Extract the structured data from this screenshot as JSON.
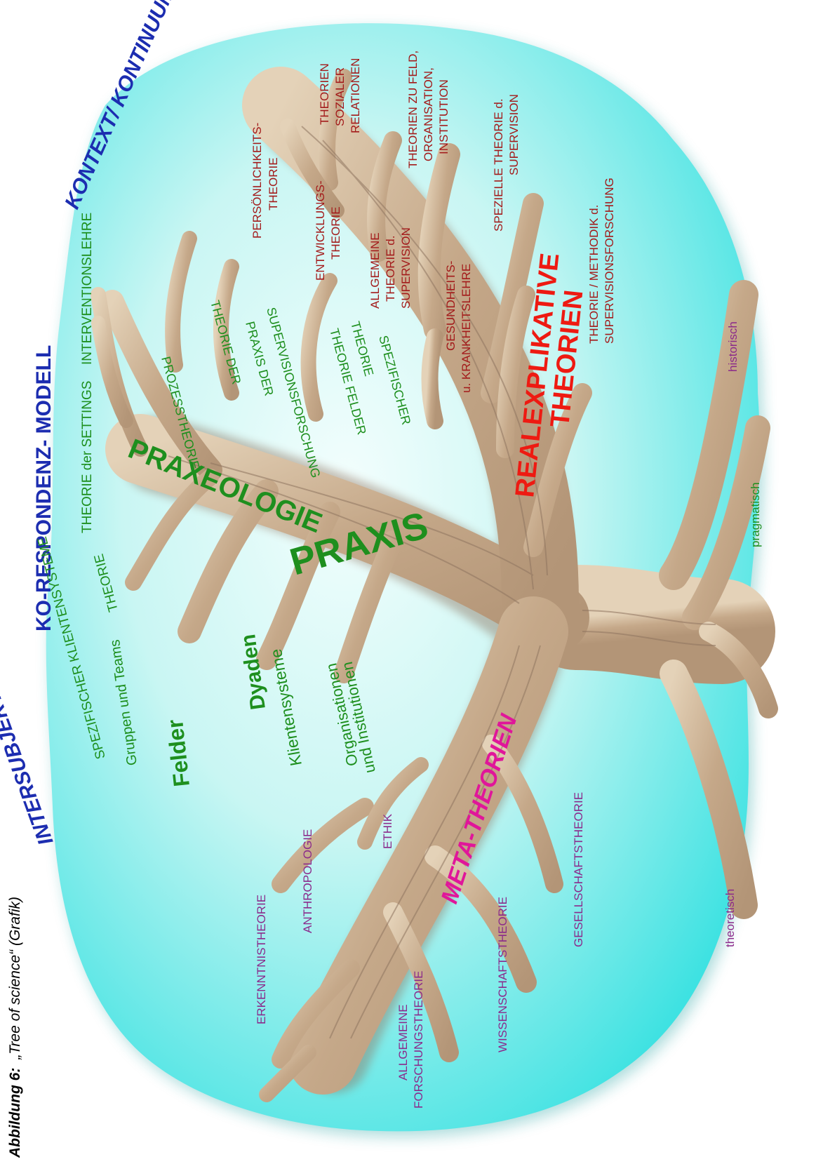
{
  "caption": {
    "prefix": "Abbildung 6:",
    "text": "„Tree of science“ (Grafik)"
  },
  "colors": {
    "blob_outer": "#2fe0e0",
    "blob_inner": "#f3fefd",
    "wood_light": "#e4d2b8",
    "wood_mid": "#c5a889",
    "wood_dark": "#8f7560",
    "green": "#1e8f1e",
    "red": "#ee1a12",
    "magenta": "#e0169a",
    "darkred": "#a31a1a",
    "purple": "#8b2a8b",
    "blue": "#1c2db0",
    "black": "#000000"
  },
  "labels": {
    "kontext": "KONTEXT/ KONTINUUM",
    "korespondenz": "KO-RESPONDENZ- MODELL",
    "intersubjektivitaet": "INTERSUBJEKTIVITÄT",
    "interventionslehre": "INTERVENTIONSLEHRE",
    "theorie_settings": "THEORIE der SETTINGS",
    "theorie_klientensysteme_1": "THEORIE",
    "theorie_klientensysteme_2": "SPEZIFISCHER KLIENTENSYSTEME",
    "gruppen": "Gruppen und Teams",
    "felder": "Felder",
    "dyaden": "Dyaden",
    "klientensysteme": "Klientensysteme",
    "organisationen_1": "Organisationen",
    "organisationen_2": "und Institutionen",
    "praxeologie": "PRAXEOLOGIE",
    "praxis": "PRAXIS",
    "prozesstheorie": "PROZESSTHEORIE",
    "praxis_forschung_1": "THEORIE DER",
    "praxis_forschung_2": "PRAXIS DER",
    "praxis_forschung_3": "SUPERVISIONSFORSCHUNG",
    "theorie_felder_1": "THEORIE",
    "theorie_felder_2": "THEORIE FELDER",
    "theorie_felder_3": "SPEZIFISCHER",
    "persoenlichkeit_1": "PERSÖNLICHKEITS-",
    "persoenlichkeit_2": "THEORIE",
    "sozial_1": "THEORIEN",
    "sozial_2": "SOZIALER",
    "sozial_3": "RELATIONEN",
    "entwicklung_1": "ENTWICKLUNGS-",
    "entwicklung_2": "THEORIE",
    "feld_1": "THEORIEN ZU FELD,",
    "feld_2": "ORGANISATION,",
    "feld_3": "INSTITUTION",
    "allg_supervision_1": "ALLGEMEINE",
    "allg_supervision_2": "THEORIE d.",
    "allg_supervision_3": "SUPERVISION",
    "spez_supervision_1": "SPEZIELLE THEORIE d.",
    "spez_supervision_2": "SUPERVISION",
    "gesundheit_1": "GESUNDHEITS-",
    "gesundheit_2": "u. KRANKHEITSLEHRE",
    "methodik_1": "THEORIE / METHODIK d.",
    "methodik_2": "SUPERVISIONSFORSCHUNG",
    "realexplikative_1": "REALEXPLIKATIVE",
    "realexplikative_2": "THEORIEN",
    "metatheorien": "META-THEORIEN",
    "erkenntnistheorie": "ERKENNTNISTHEORIE",
    "anthropologie": "ANTHROPOLOGIE",
    "ethik": "ETHIK",
    "forschungstheorie_1": "ALLGEMEINE",
    "forschungstheorie_2": "FORSCHUNGSTHEORIE",
    "wissenschaftstheorie": "WISSENSCHAFTSTHEORIE",
    "gesellschaftstheorie": "GESELLSCHAFTSTHEORIE",
    "historisch": "historisch",
    "pragmatisch": "pragmatisch",
    "theoretisch": "theoretisch"
  }
}
